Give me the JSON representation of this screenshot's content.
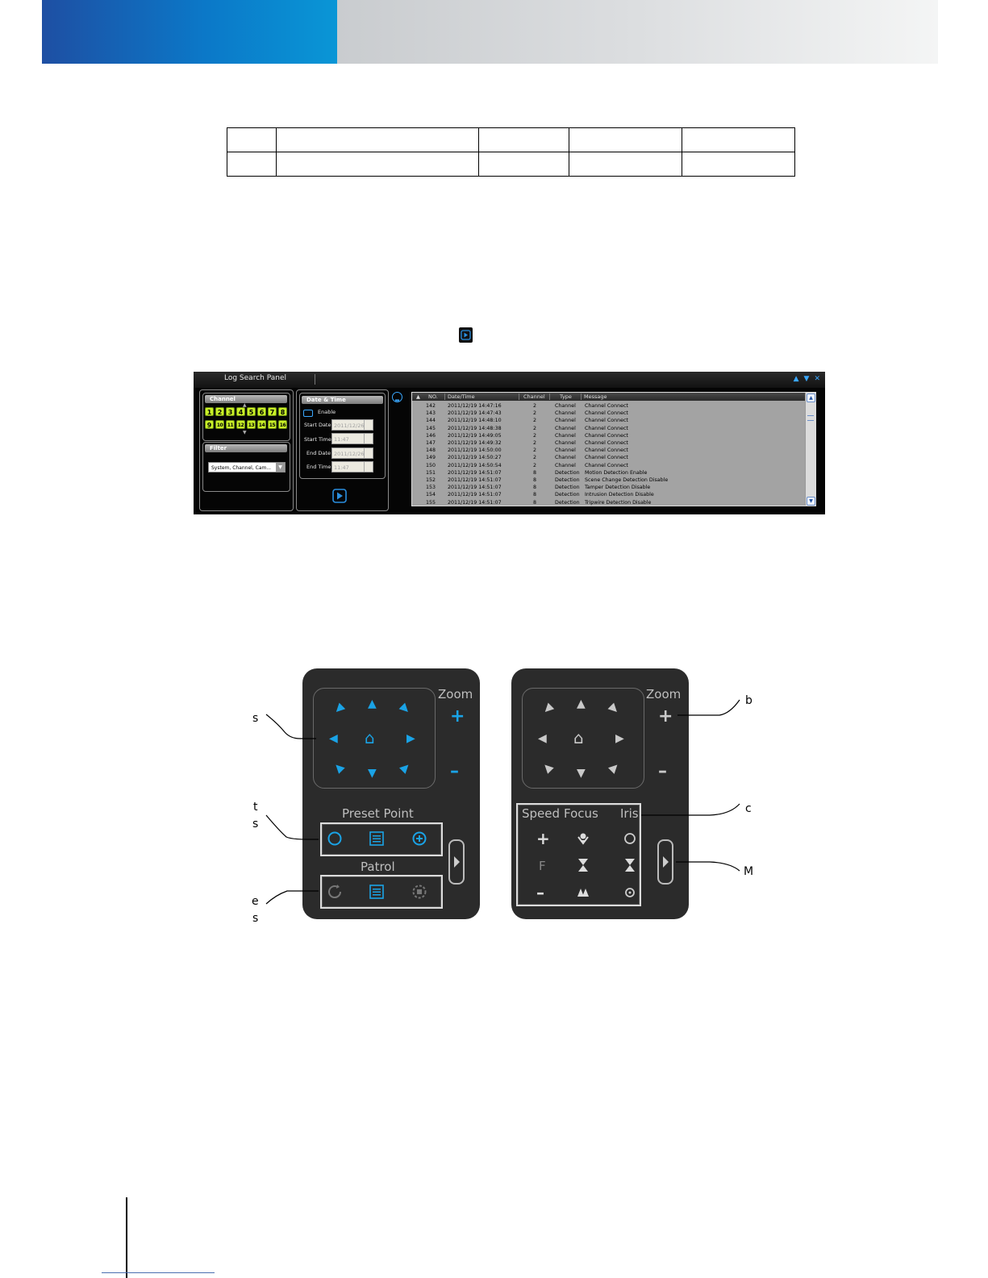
{
  "log_panel": {
    "title": "Log Search Panel",
    "window_buttons": [
      "▲",
      "▼",
      "✕"
    ],
    "channel": {
      "label": "Channel",
      "channels": [
        "1",
        "2",
        "3",
        "4",
        "5",
        "6",
        "7",
        "8",
        "9",
        "10",
        "11",
        "12",
        "13",
        "14",
        "15",
        "16"
      ]
    },
    "filter": {
      "label": "Filter",
      "selected": "System, Channel, Cam..."
    },
    "datetime": {
      "label": "Date & Time",
      "enable_label": "Enable",
      "start_date_label": "Start Date",
      "start_date_value": "2011/12/26",
      "start_time_label": "Start Time",
      "start_time_value": "11:47",
      "end_date_label": "End Date",
      "end_date_value": "2011/12/26",
      "end_time_label": "End Time",
      "end_time_value": "11:47"
    },
    "grid": {
      "columns": [
        "NO.",
        "Date/Time",
        "Channel",
        "Type",
        "Message"
      ],
      "rows": [
        [
          "142",
          "2011/12/19 14:47:16",
          "2",
          "Channel",
          "Channel Connect"
        ],
        [
          "143",
          "2011/12/19 14:47:43",
          "2",
          "Channel",
          "Channel Connect"
        ],
        [
          "144",
          "2011/12/19 14:48:10",
          "2",
          "Channel",
          "Channel Connect"
        ],
        [
          "145",
          "2011/12/19 14:48:38",
          "2",
          "Channel",
          "Channel Connect"
        ],
        [
          "146",
          "2011/12/19 14:49:05",
          "2",
          "Channel",
          "Channel Connect"
        ],
        [
          "147",
          "2011/12/19 14:49:32",
          "2",
          "Channel",
          "Channel Connect"
        ],
        [
          "148",
          "2011/12/19 14:50:00",
          "2",
          "Channel",
          "Channel Connect"
        ],
        [
          "149",
          "2011/12/19 14:50:27",
          "2",
          "Channel",
          "Channel Connect"
        ],
        [
          "150",
          "2011/12/19 14:50:54",
          "2",
          "Channel",
          "Channel Connect"
        ],
        [
          "151",
          "2011/12/19 14:51:07",
          "8",
          "Detection",
          "Motion Detection Enable"
        ],
        [
          "152",
          "2011/12/19 14:51:07",
          "8",
          "Detection",
          "Scene Change Detection Disable"
        ],
        [
          "153",
          "2011/12/19 14:51:07",
          "8",
          "Detection",
          "Tamper Detection Disable"
        ],
        [
          "154",
          "2011/12/19 14:51:07",
          "8",
          "Detection",
          "Intrusion Detection Disable"
        ],
        [
          "155",
          "2011/12/19 14:51:07",
          "8",
          "Detection",
          "Tripwire Detection Disable"
        ]
      ]
    }
  },
  "ptz_left": {
    "zoom_label": "Zoom",
    "zoom_in": "+",
    "zoom_out": "–",
    "preset_label": "Preset Point",
    "patrol_label": "Patrol"
  },
  "ptz_right": {
    "zoom_label": "Zoom",
    "zoom_in": "+",
    "zoom_out": "–",
    "speed_label": "Speed",
    "focus_label": "Focus",
    "iris_label": "Iris",
    "speed_plus": "+",
    "speed_value": "F",
    "speed_minus": "–"
  },
  "callouts": {
    "left_1": "s",
    "left_2a": "t",
    "left_2b": "s",
    "left_3a": "e",
    "left_3b": "s",
    "right_1": "b",
    "right_2": "c",
    "right_3": "M"
  },
  "colors": {
    "accent_cyan": "#1aa3e6",
    "channel_green": "#c9f028",
    "header_blue": "#1e4fa3"
  }
}
